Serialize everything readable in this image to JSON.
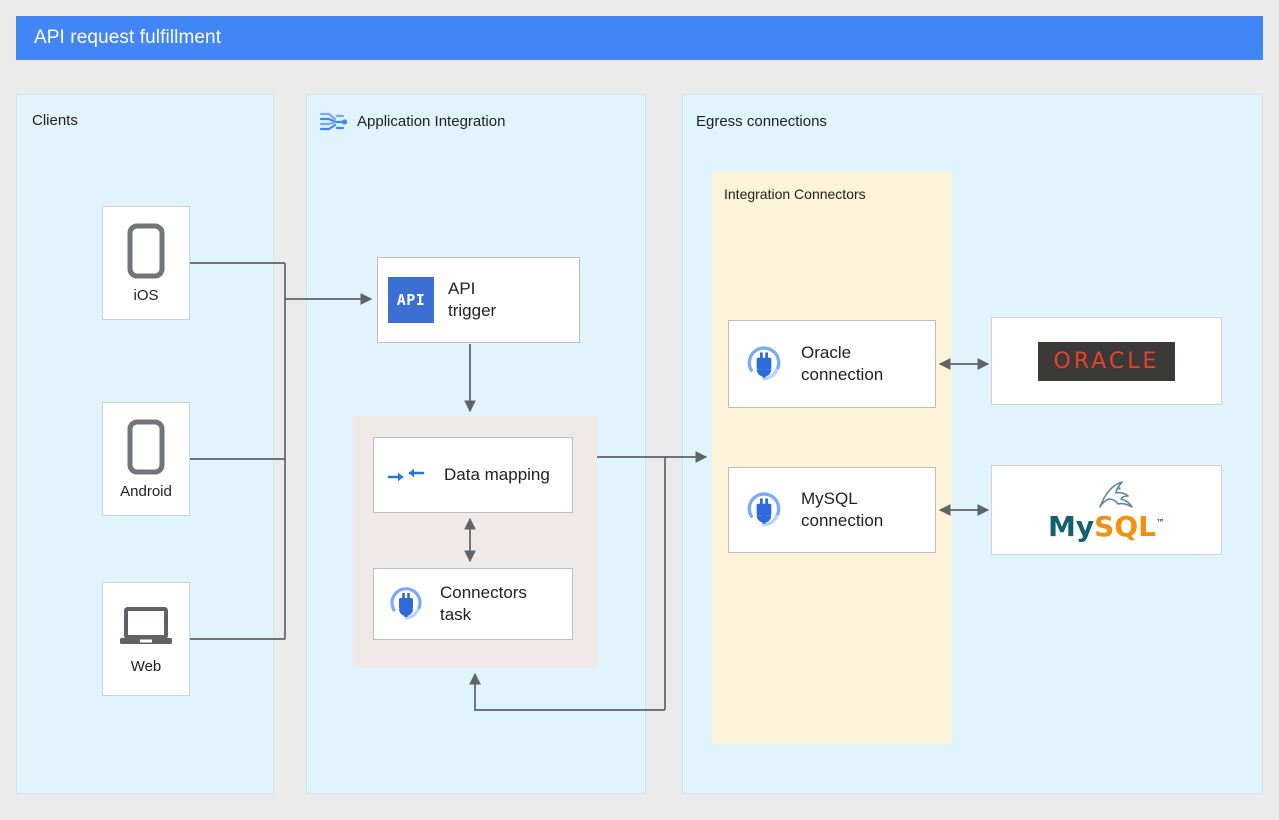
{
  "header": {
    "title": "API request fulfillment",
    "bar_color": "#4285f4"
  },
  "panels": {
    "clients": {
      "label": "Clients"
    },
    "application_integration": {
      "label": "Application Integration",
      "icon": "application-integration-icon"
    },
    "egress": {
      "label": "Egress connections"
    },
    "integration_connectors": {
      "label": "Integration Connectors",
      "color": "#fdf3d9"
    }
  },
  "clients": [
    {
      "label": "iOS",
      "icon": "mobile-phone-icon"
    },
    {
      "label": "Android",
      "icon": "mobile-phone-icon"
    },
    {
      "label": "Web",
      "icon": "laptop-icon"
    }
  ],
  "integration_nodes": [
    {
      "label": "API\ntrigger",
      "icon": "api-badge-icon"
    },
    {
      "label": "Data mapping",
      "icon": "data-mapping-arrows-icon"
    },
    {
      "label": "Connectors\ntask",
      "icon": "connector-plug-icon"
    }
  ],
  "connections": [
    {
      "label": "Oracle\nconnection",
      "icon": "connector-plug-icon"
    },
    {
      "label": "MySQL\nconnection",
      "icon": "connector-plug-icon"
    }
  ],
  "backends": [
    {
      "name": "Oracle",
      "logo_text": "ORACLE",
      "logo_bg": "#3b3a38",
      "logo_fg": "#e8402a"
    },
    {
      "name": "MySQL",
      "logo_my": "My",
      "logo_sql": "SQL",
      "logo_tm": "™",
      "logo_my_color": "#12616e",
      "logo_sql_color": "#f29111"
    }
  ],
  "colors": {
    "page_background": "#ebebeb",
    "panel_fill": "#e1f3fc",
    "group_beige": "#efeae7",
    "group_cream": "#fdf3d9",
    "wire": "#5f6368",
    "accent_blue": "#4285f4"
  }
}
